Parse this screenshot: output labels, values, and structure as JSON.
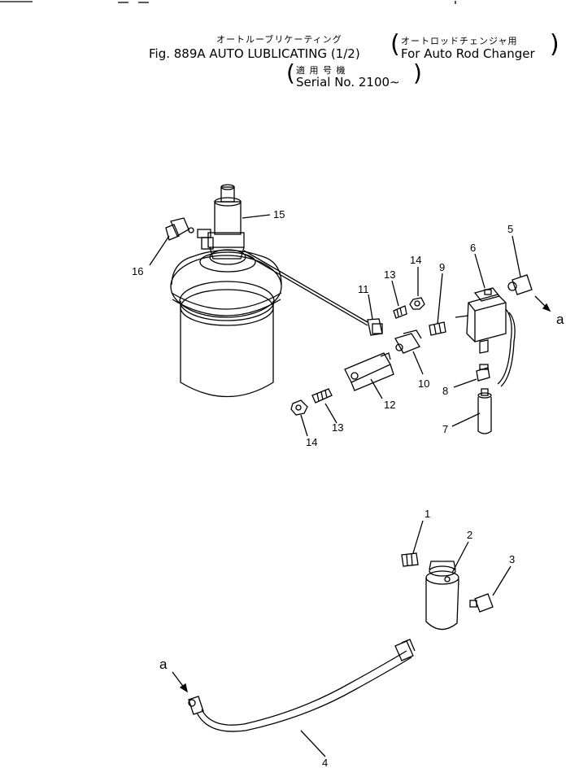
{
  "header": {
    "title_jp": "オートルーブリケーティング",
    "fig_title": "Fig. 889A  AUTO  LUBLICATING  (1/2)",
    "for_jp": "オートロッドチェンジャ用",
    "for_en": "For Auto Rod Changer",
    "applicable_jp": "適 用 号 機",
    "serial": "Serial  No. 2100∼"
  },
  "callouts": {
    "c1": "1",
    "c2": "2",
    "c3": "3",
    "c4": "4",
    "c5": "5",
    "c6": "6",
    "c7": "7",
    "c8": "8",
    "c9": "9",
    "c10": "10",
    "c11": "11",
    "c12": "12",
    "c13a": "13",
    "c13b": "13",
    "c14a": "14",
    "c14b": "14",
    "c15": "15",
    "c16": "16",
    "conn_a_top": "a",
    "conn_a_bottom": "a"
  }
}
